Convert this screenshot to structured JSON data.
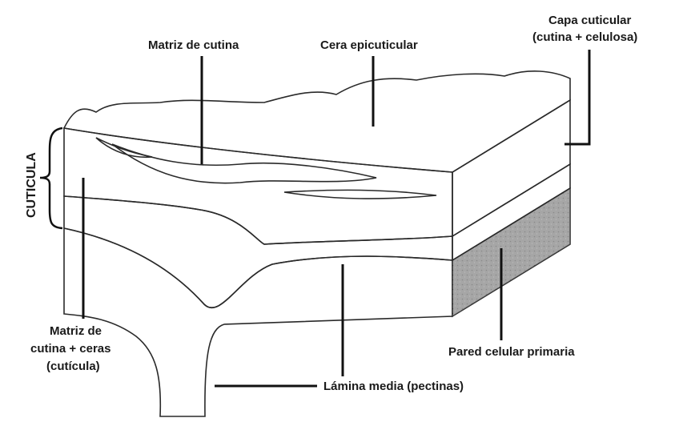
{
  "labels": {
    "matriz_cutina": "Matriz de cutina",
    "cera_epicuticular": "Cera epicuticular",
    "capa_cuticular_1": "Capa cuticular",
    "capa_cuticular_2": "(cutina + celulosa)",
    "cuticula_side": "CUTICULA",
    "matriz_ceras_1": "Matriz de",
    "matriz_ceras_2": "cutina + ceras",
    "matriz_ceras_3": "(cutícula)",
    "pared_celular": "Pared celular primaria",
    "lamina_media": "Lámina media (pectinas)"
  },
  "colors": {
    "background": "#ffffff",
    "wax": "#f2f2f2",
    "cuticle_layer": "#c8c8c8",
    "cutin_matrix": "#8a8a8a",
    "light_band": "#b4b4b4",
    "cell_wall": "#6e6e6e",
    "cell_wall_side": "#555555",
    "ink": "#111111"
  }
}
